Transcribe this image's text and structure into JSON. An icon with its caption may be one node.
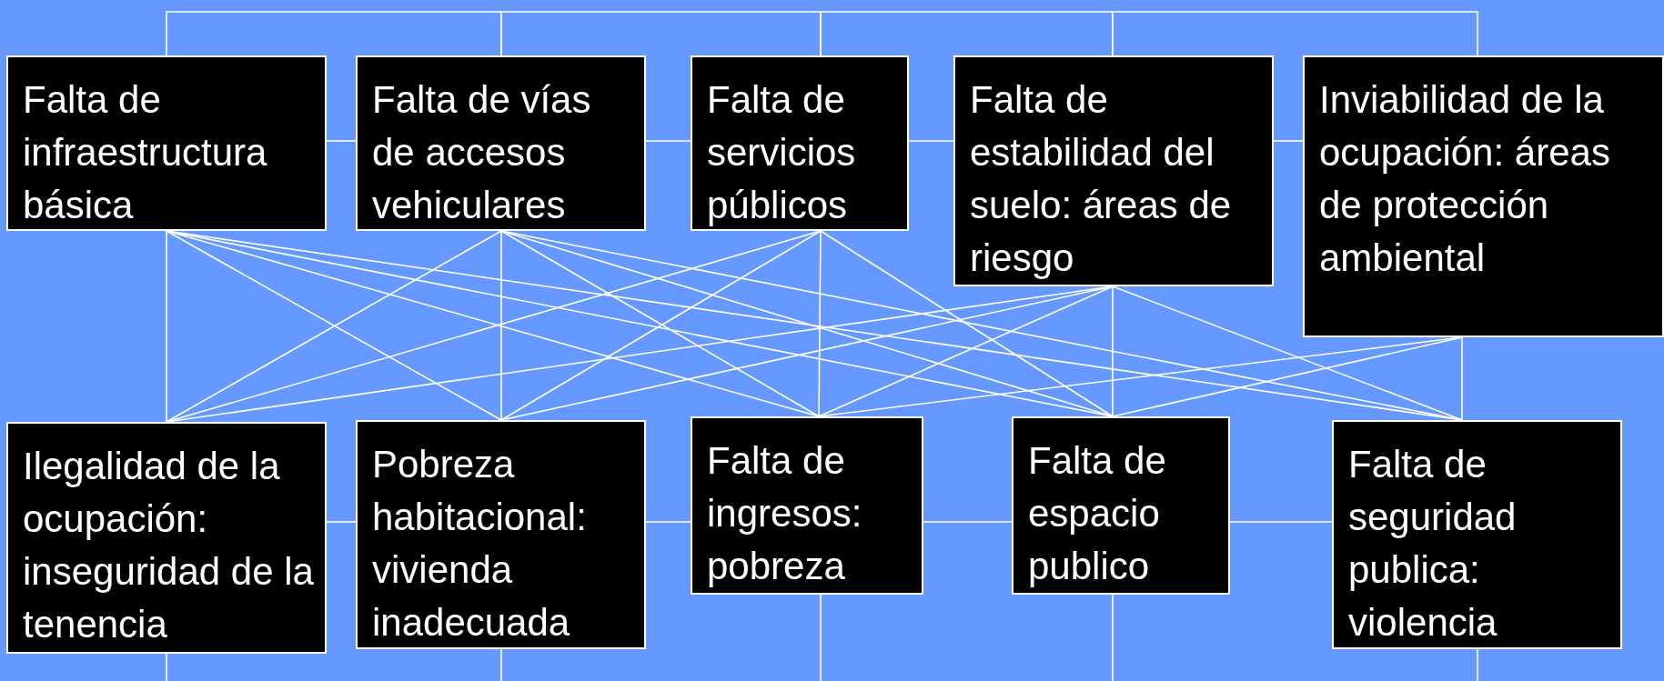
{
  "diagram": {
    "nodes": [
      {
        "text": [
          "Falta de infraestructura básica"
        ]
      },
      {
        "text": [
          "Falta de vías de accesos vehiculares"
        ]
      },
      {
        "text": [
          "Falta de servicios públicos"
        ]
      },
      {
        "text": [
          "Falta de estabilidad del suelo: áreas de riesgo"
        ]
      },
      {
        "text": [
          "Inviabilidad de la ocupación: áreas de protección ambiental"
        ]
      },
      {
        "text": [
          "Ilegalidad de la ocupación: inseguridad de la tenencia"
        ]
      },
      {
        "text": [
          "Pobreza habitacional: vivienda inadecuada"
        ]
      },
      {
        "text": [
          "Falta de ingresos: pobreza"
        ]
      },
      {
        "text": [
          "Falta de espacio publico"
        ]
      },
      {
        "text": [
          "Falta de seguridad publica: violencia"
        ]
      }
    ],
    "edges": [
      {
        "from": 0,
        "to": 1,
        "arrow": "none"
      },
      {
        "from": 1,
        "to": 2,
        "arrow": "none"
      },
      {
        "from": 2,
        "to": 3,
        "arrow": "none"
      },
      {
        "from": 3,
        "to": 4,
        "arrow": "none"
      },
      {
        "from": 5,
        "to": 6,
        "arrow": "none"
      },
      {
        "from": 6,
        "to": 7,
        "arrow": "none"
      },
      {
        "from": 7,
        "to": 8,
        "arrow": "none"
      },
      {
        "from": 8,
        "to": 9,
        "arrow": "none"
      },
      {
        "from": 0,
        "to": 1,
        "arrow": "none"
      },
      {
        "from": 1,
        "to": 2,
        "arrow": "none"
      },
      {
        "from": 2,
        "to": 3,
        "arrow": "none"
      },
      {
        "from": 3,
        "to": 4,
        "arrow": "none"
      },
      {
        "from": 5,
        "to": null,
        "arrow": "none"
      },
      {
        "from": 6,
        "to": null,
        "arrow": "none"
      },
      {
        "from": 7,
        "to": null,
        "arrow": "none"
      },
      {
        "from": 8,
        "to": null,
        "arrow": "none"
      },
      {
        "from": 9,
        "to": null,
        "arrow": "none"
      },
      {
        "from": 0,
        "to": 5,
        "arrow": "none"
      },
      {
        "from": 0,
        "to": 6,
        "arrow": "none"
      },
      {
        "from": 0,
        "to": 7,
        "arrow": "none"
      },
      {
        "from": 0,
        "to": 8,
        "arrow": "none"
      },
      {
        "from": 0,
        "to": 9,
        "arrow": "none"
      },
      {
        "from": 1,
        "to": 5,
        "arrow": "none"
      },
      {
        "from": 1,
        "to": 6,
        "arrow": "none"
      },
      {
        "from": 1,
        "to": 7,
        "arrow": "none"
      },
      {
        "from": 1,
        "to": 8,
        "arrow": "none"
      },
      {
        "from": 1,
        "to": 9,
        "arrow": "none"
      },
      {
        "from": 2,
        "to": 5,
        "arrow": "none"
      },
      {
        "from": 2,
        "to": 6,
        "arrow": "none"
      },
      {
        "from": 2,
        "to": 7,
        "arrow": "none"
      },
      {
        "from": 2,
        "to": 8,
        "arrow": "none"
      },
      {
        "from": 3,
        "to": 5,
        "arrow": "none"
      },
      {
        "from": 3,
        "to": 6,
        "arrow": "none"
      },
      {
        "from": 3,
        "to": 7,
        "arrow": "none"
      },
      {
        "from": 3,
        "to": 8,
        "arrow": "none"
      },
      {
        "from": 3,
        "to": 9,
        "arrow": "none"
      },
      {
        "from": 4,
        "to": 7,
        "arrow": "none"
      },
      {
        "from": 4,
        "to": 8,
        "arrow": "none"
      },
      {
        "from": 4,
        "to": 9,
        "arrow": "none"
      }
    ]
  }
}
